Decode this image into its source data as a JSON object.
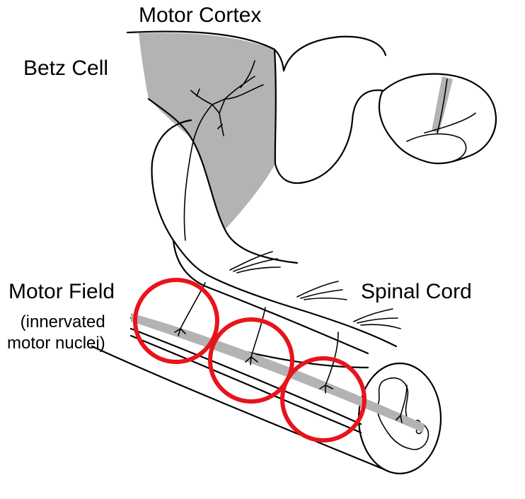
{
  "labels": {
    "motor_cortex": "Motor Cortex",
    "betz_cell": "Betz Cell",
    "motor_field": "Motor Field",
    "innervated_line1": "(innervated",
    "innervated_line2": "motor nuclei)",
    "spinal_cord": "Spinal Cord"
  },
  "colors": {
    "outline": "#000000",
    "shading": "#b3b3b3",
    "highlight_circle": "#e8141b",
    "background": "#ffffff"
  },
  "highlight_circles": {
    "count": 3
  }
}
